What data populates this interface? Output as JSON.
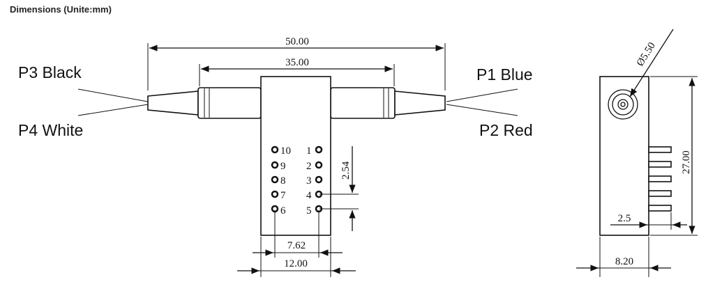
{
  "heading": "Dimensions (Unite:mm)",
  "port_labels": {
    "p3": "P3 Black",
    "p4": "P4 White",
    "p1": "P1 Blue",
    "p2": "P2 Red"
  },
  "dimensions": {
    "overall_length": "50.00",
    "housing_length": "35.00",
    "pin_pitch": "2.54",
    "row_spacing": "7.62",
    "body_width": "12.00",
    "port_diameter": "Ø5.50",
    "height": "27.00",
    "pin_length": "2.5",
    "depth": "8.20"
  },
  "pins": {
    "left": [
      "10",
      "9",
      "8",
      "7",
      "6"
    ],
    "right": [
      "1",
      "2",
      "3",
      "4",
      "5"
    ]
  }
}
